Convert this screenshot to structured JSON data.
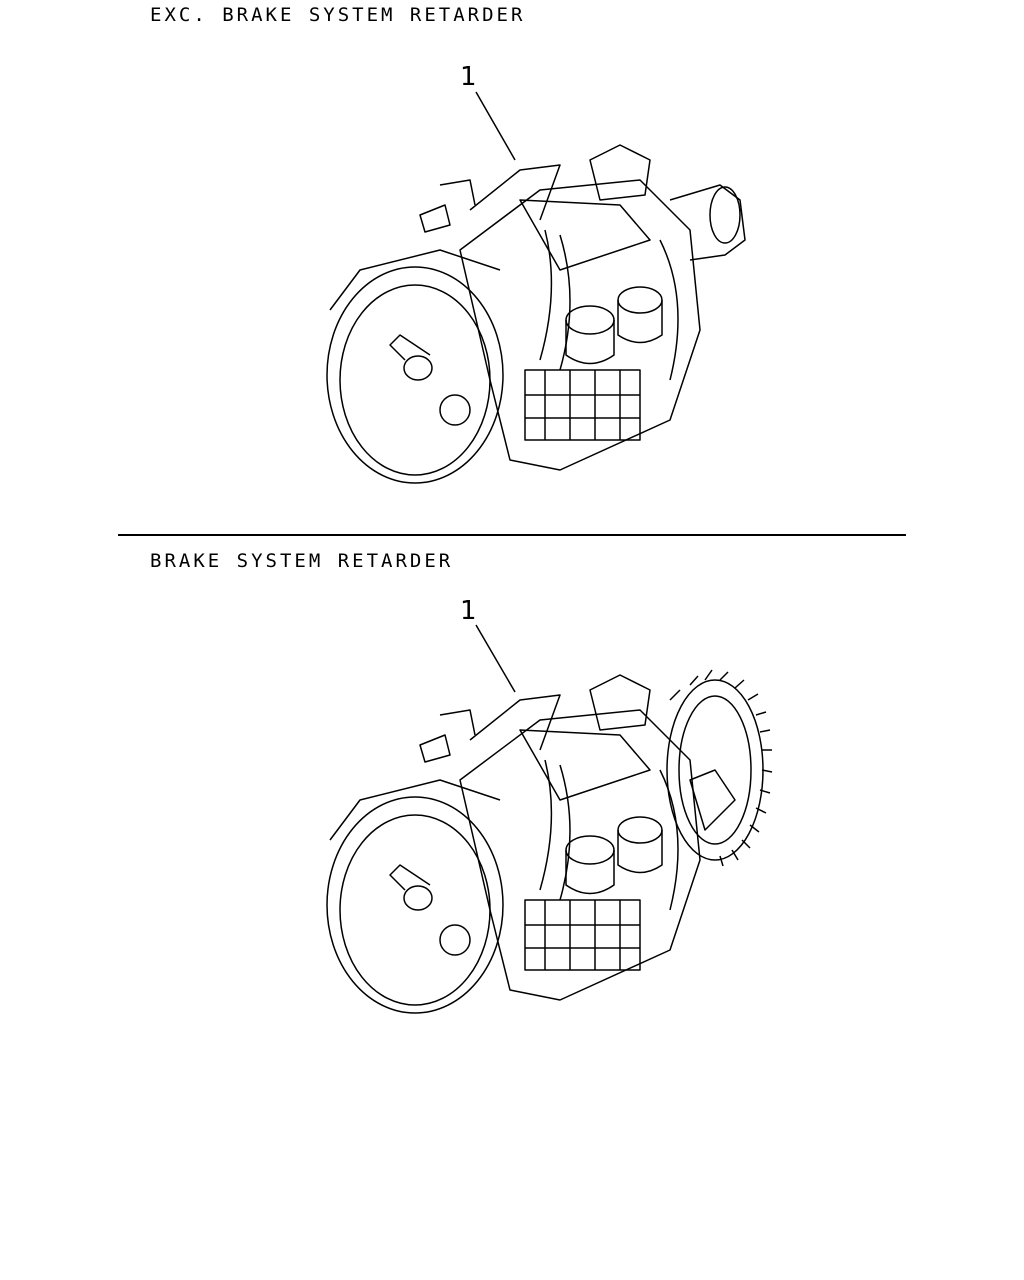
{
  "sections": [
    {
      "caption": "EXC. BRAKE SYSTEM RETARDER",
      "callout": "1"
    },
    {
      "caption": "BRAKE SYSTEM RETARDER",
      "callout": "1"
    }
  ]
}
